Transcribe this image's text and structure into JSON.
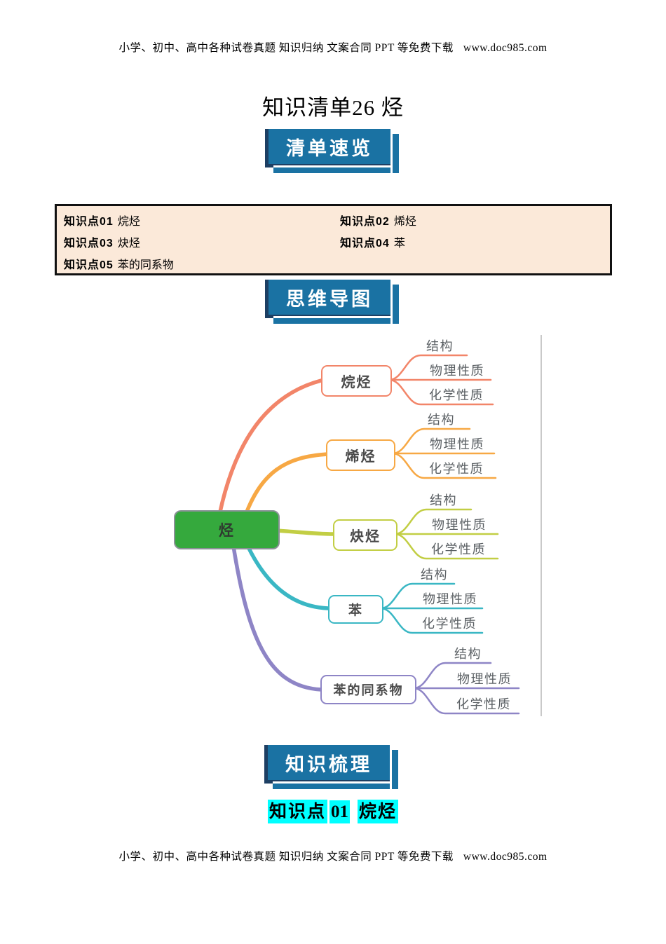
{
  "header": {
    "notice": "小学、初中、高中各种试卷真题 知识归纳 文案合同 PPT 等免费下载",
    "url": "www.doc985.com"
  },
  "title": "知识清单26 烃",
  "banners": {
    "quick_overview": "清单速览",
    "mindmap": "思维导图",
    "knowledge_review": "知识梳理"
  },
  "quick_list": {
    "items": [
      {
        "label": "知识点01",
        "name": "烷烃"
      },
      {
        "label": "知识点02",
        "name": "烯烃"
      },
      {
        "label": "知识点03",
        "name": "炔烃"
      },
      {
        "label": "知识点04",
        "name": "苯"
      },
      {
        "label": "知识点05",
        "name": "苯的同系物"
      }
    ]
  },
  "mindmap": {
    "root": {
      "label": "烃",
      "fill": "#35a93d"
    },
    "branches": [
      {
        "label": "烷烃",
        "color": "#f28569",
        "children": [
          "结构",
          "物理性质",
          "化学性质"
        ]
      },
      {
        "label": "烯烃",
        "color": "#f7a844",
        "children": [
          "结构",
          "物理性质",
          "化学性质"
        ]
      },
      {
        "label": "炔烃",
        "color": "#c2ce44",
        "children": [
          "结构",
          "物理性质",
          "化学性质"
        ]
      },
      {
        "label": "苯",
        "color": "#3ab7c4",
        "children": [
          "结构",
          "物理性质",
          "化学性质"
        ]
      },
      {
        "label": "苯的同系物",
        "color": "#8e85c6",
        "children": [
          "结构",
          "物理性质",
          "化学性质"
        ]
      }
    ]
  },
  "section_heading": {
    "label": "知识点",
    "num": "01",
    "name": "烷烃",
    "highlight": "#00ffff"
  },
  "footer": {
    "notice": "小学、初中、高中各种试卷真题 知识归纳 文案合同 PPT 等免费下载",
    "url": "www.doc985.com"
  },
  "colors": {
    "banner_blue": "#1a72a3",
    "banner_navy": "#1d3f63",
    "quick_box_bg": "#fbe9d9"
  }
}
